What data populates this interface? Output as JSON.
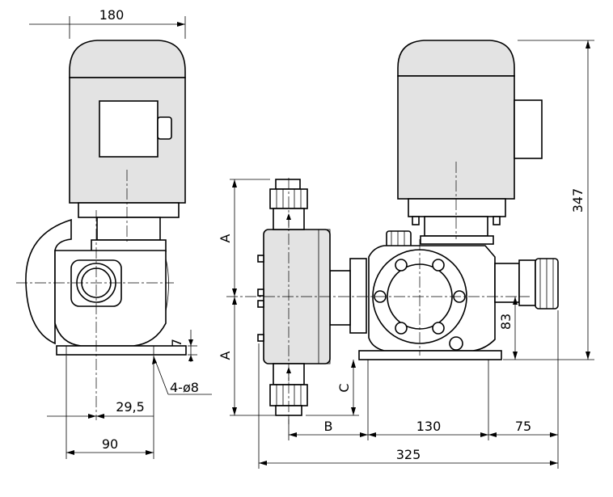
{
  "drawing": {
    "labels": {
      "width_left": "180",
      "height_total": "347",
      "flange_thk": "7",
      "holes": "4-ø8",
      "offset_left": "29,5",
      "base_width": "90",
      "dim_a_top": "A",
      "dim_a_bottom": "A",
      "dim_c": "C",
      "dim_b": "B",
      "dim_83": "83",
      "dim_130": "130",
      "dim_75": "75",
      "dim_325": "325"
    }
  }
}
